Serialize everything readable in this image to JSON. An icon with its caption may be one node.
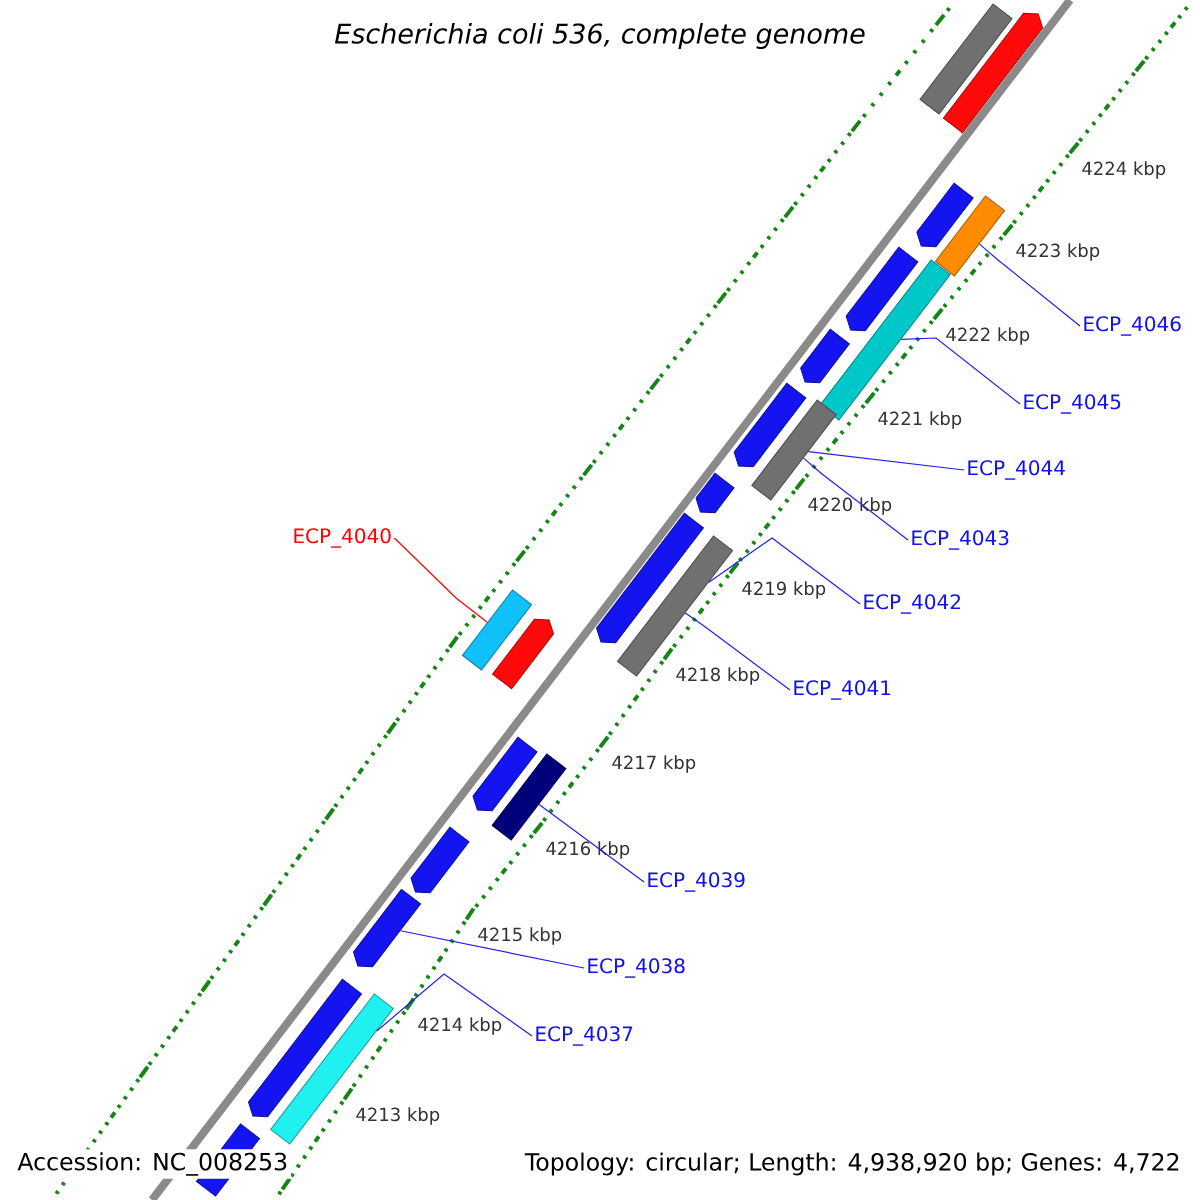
{
  "diagram": {
    "title": "Escherichia coli 536, complete genome",
    "nodes": [
      {
        "text": [],
        "shape": "bar"
      },
      {
        "text": [],
        "shape": "bar"
      },
      {
        "text": [],
        "shape": "bar"
      },
      {
        "text": [],
        "shape": "bar"
      },
      {
        "text": [],
        "shape": "bar"
      },
      {
        "text": [],
        "shape": "bar"
      },
      {
        "text": [],
        "shape": "bar"
      },
      {
        "text": [],
        "shape": "bar"
      },
      {
        "text": [],
        "shape": "bar"
      },
      {
        "text": [],
        "shape": "bar"
      },
      {
        "text": [],
        "shape": "bar"
      },
      {
        "text": [],
        "shape": "bar"
      },
      {
        "text": [],
        "shape": "bar"
      },
      {
        "text": [],
        "shape": "bar"
      },
      {
        "text": [],
        "shape": "bar"
      },
      {
        "text": [],
        "shape": "bar"
      },
      {
        "text": [],
        "shape": "bar"
      },
      {
        "text": [],
        "shape": "bar"
      },
      {
        "text": [],
        "shape": "bar"
      },
      {
        "text": [],
        "shape": "bar"
      },
      {
        "text": [],
        "shape": "bar"
      },
      {
        "text": [
          "ECP_4046"
        ]
      },
      {
        "text": [
          "ECP_4045"
        ]
      },
      {
        "text": [
          "ECP_4044"
        ]
      },
      {
        "text": [
          "ECP_4043"
        ]
      },
      {
        "text": [
          "ECP_4042"
        ]
      },
      {
        "text": [
          "ECP_4041"
        ]
      },
      {
        "text": [
          "ECP_4040"
        ]
      },
      {
        "text": [
          "ECP_4039"
        ]
      },
      {
        "text": [
          "ECP_4038"
        ]
      },
      {
        "text": [
          "ECP_4037"
        ]
      }
    ],
    "edges": [
      {
        "from": 21,
        "to": 3,
        "arrow": "none"
      },
      {
        "from": 22,
        "to": 5,
        "arrow": "none"
      },
      {
        "from": 23,
        "to": 8,
        "arrow": "none"
      },
      {
        "from": 24,
        "to": 8,
        "arrow": "none"
      },
      {
        "from": 25,
        "to": 11,
        "arrow": "none"
      },
      {
        "from": 26,
        "to": 11,
        "arrow": "none"
      },
      {
        "from": 27,
        "to": 12,
        "arrow": "none",
        "color": "#ff0000"
      },
      {
        "from": 28,
        "to": 15,
        "arrow": "none"
      },
      {
        "from": 29,
        "to": 17,
        "arrow": "none"
      },
      {
        "from": 30,
        "to": 19,
        "arrow": "none"
      }
    ],
    "labels": [
      "4224 kbp",
      "4223 kbp",
      "4222 kbp",
      "4221 kbp",
      "4220 kbp",
      "4219 kbp",
      "4218 kbp",
      "4217 kbp",
      "4216 kbp",
      "4215 kbp",
      "4214 kbp",
      "4213 kbp",
      "Accession: NC_008253",
      "Topology: circular; Length: 4,938,920 bp; Genes: 4,722"
    ]
  }
}
